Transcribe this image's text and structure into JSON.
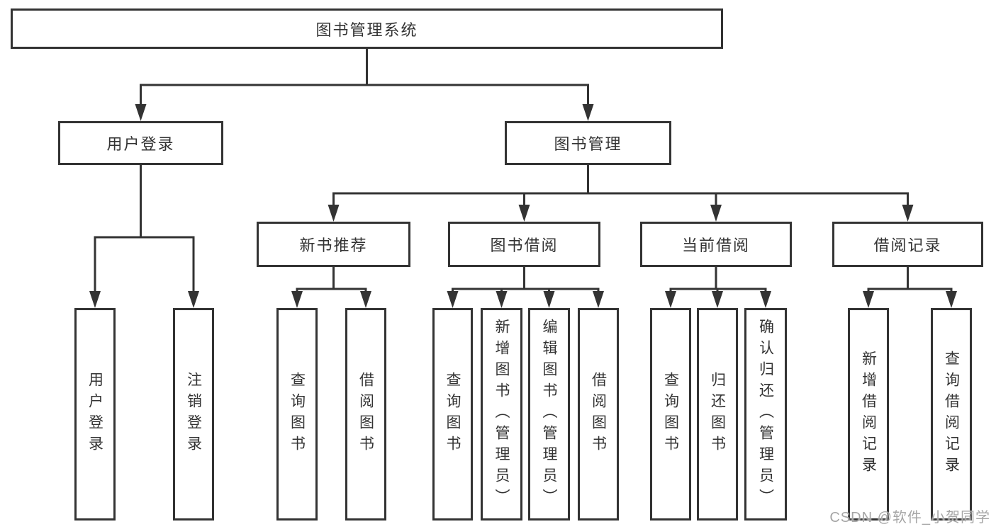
{
  "colors": {
    "line": "#333333",
    "box_border": "#333333",
    "box_fill": "#ffffff",
    "text": "#333333",
    "watermark": "#a6a6a6"
  },
  "tree": {
    "label": "图书管理系统",
    "children": [
      {
        "label": "用户登录",
        "children": [
          {
            "label": "用户登录"
          },
          {
            "label": "注销登录"
          }
        ]
      },
      {
        "label": "图书管理",
        "children": [
          {
            "label": "新书推荐",
            "children": [
              {
                "label": "查询图书"
              },
              {
                "label": "借阅图书"
              }
            ]
          },
          {
            "label": "图书借阅",
            "children": [
              {
                "label": "查询图书"
              },
              {
                "label": "新增图书（管理员）"
              },
              {
                "label": "编辑图书（管理员）"
              },
              {
                "label": "借阅图书"
              }
            ]
          },
          {
            "label": "当前借阅",
            "children": [
              {
                "label": "查询图书"
              },
              {
                "label": "归还图书"
              },
              {
                "label": "确认归还（管理员）"
              }
            ]
          },
          {
            "label": "借阅记录",
            "children": [
              {
                "label": "新增借阅记录"
              },
              {
                "label": "查询借阅记录"
              }
            ]
          }
        ]
      }
    ]
  },
  "watermark": {
    "text": "CSDN @软件_小贺同学"
  }
}
